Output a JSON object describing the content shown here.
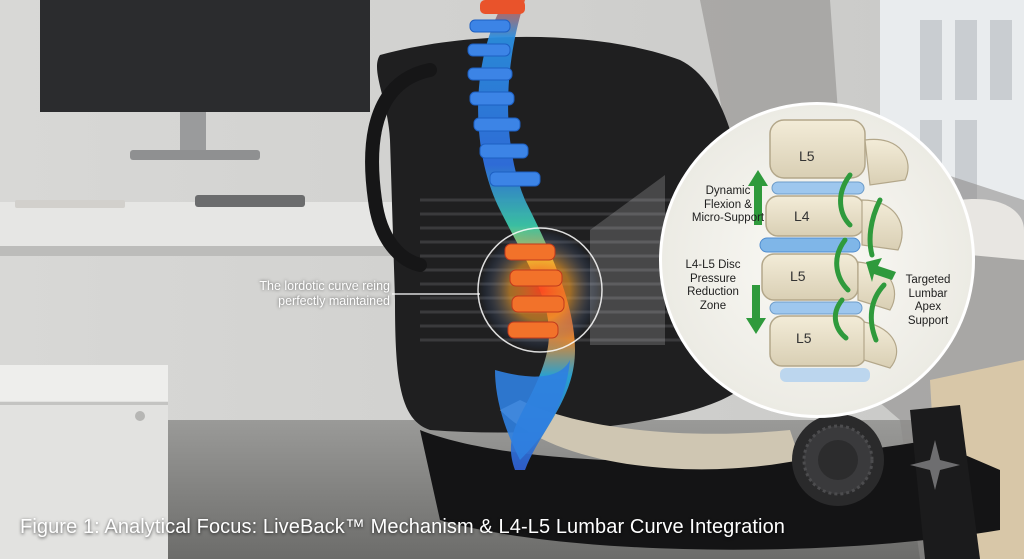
{
  "callout": {
    "line1": "The lordotic curve reing",
    "line2": "perfectly maintained"
  },
  "inset": {
    "flexion": {
      "line1": "Dynamic",
      "line2": "Flexion &",
      "line3": "Micro-Support"
    },
    "disc": {
      "line1": "L4-L5 Disc",
      "line2": "Pressure",
      "line3": "Reduction",
      "line4": "Zone"
    },
    "apex": {
      "line1": "Targeted",
      "line2": "Lumbar",
      "line3": "Apex",
      "line4": "Support"
    },
    "vertebrae": [
      "L5",
      "L4",
      "L5",
      "L5"
    ]
  },
  "caption": "Figure 1: Analytical Focus: LiveBack™ Mechanism & L4-L5 Lumbar Curve Integration",
  "colors": {
    "arrow_green": "#2f9a3c",
    "heat_hot": "#e53a1e",
    "heat_cool": "#2f6fe0",
    "disc_blue": "#7fb6e8"
  }
}
